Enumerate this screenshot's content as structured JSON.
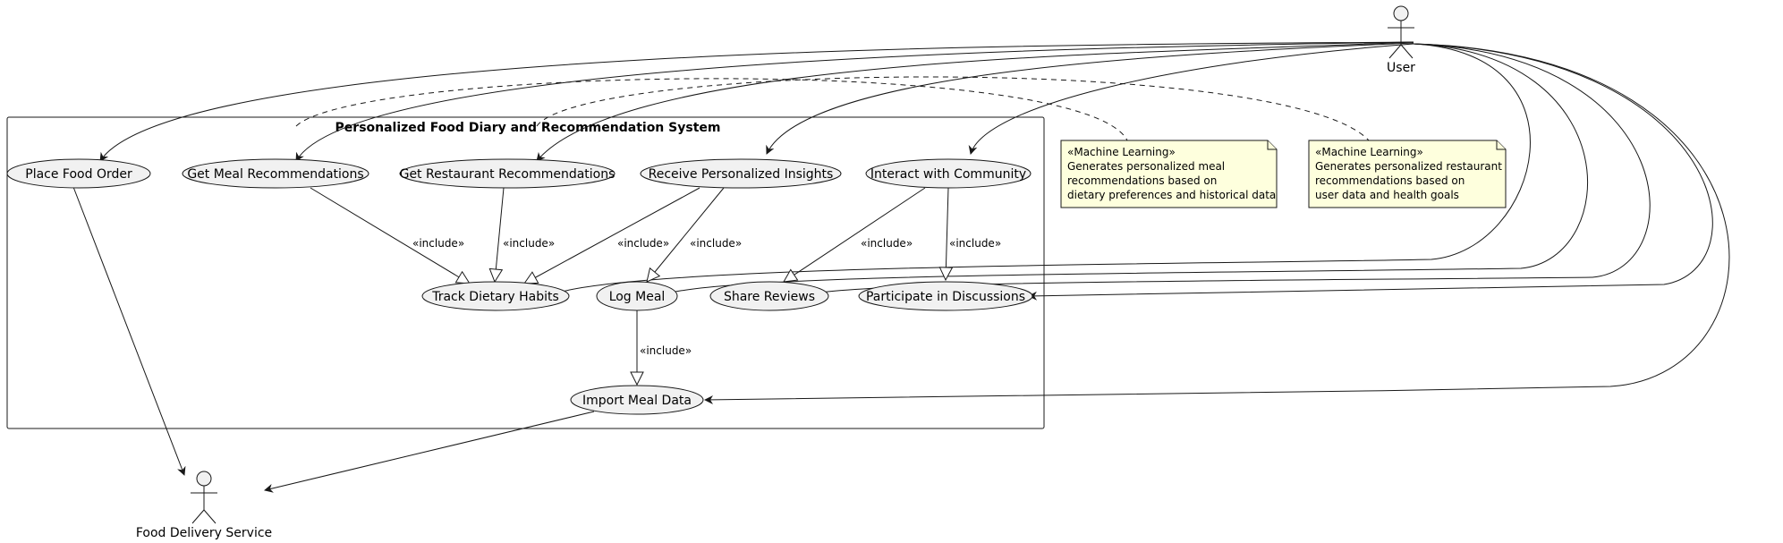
{
  "system": {
    "title": "Personalized Food Diary and Recommendation System"
  },
  "actors": {
    "user": "User",
    "food_delivery": "Food Delivery Service"
  },
  "use_cases": {
    "place_order": "Place Food Order",
    "meal_recs": "Get Meal Recommendations",
    "restaurant_recs": "Get Restaurant Recommendations",
    "insights": "Receive Personalized Insights",
    "community": "Interact with Community",
    "track_habits": "Track Dietary Habits",
    "log_meal": "Log Meal",
    "share_reviews": "Share Reviews",
    "discussions": "Participate in Discussions",
    "import_data": "Import Meal Data"
  },
  "include_label": "«include»",
  "notes": {
    "meal_ml": {
      "stereotype": "«Machine Learning»",
      "line1": "Generates personalized meal",
      "line2": "recommendations based on",
      "line3": "dietary preferences and historical data"
    },
    "restaurant_ml": {
      "stereotype": "«Machine Learning»",
      "line1": "Generates personalized restaurant",
      "line2": "recommendations based on",
      "line3": "user data and health goals"
    }
  },
  "colors": {
    "usecase_fill": "#f1f1f1",
    "note_fill": "#feffdd",
    "line": "#181818"
  }
}
